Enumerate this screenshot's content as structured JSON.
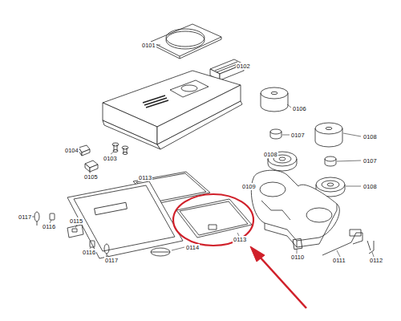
{
  "diagram": {
    "labels": [
      "0101",
      "0102",
      "0106",
      "0108",
      "0107",
      "0108",
      "0107",
      "0108",
      "0104",
      "0103",
      "0105",
      "0113",
      "0109",
      "0117",
      "0116",
      "0115",
      "0116",
      "0117",
      "0114",
      "0113",
      "0110",
      "0111",
      "0112"
    ]
  }
}
